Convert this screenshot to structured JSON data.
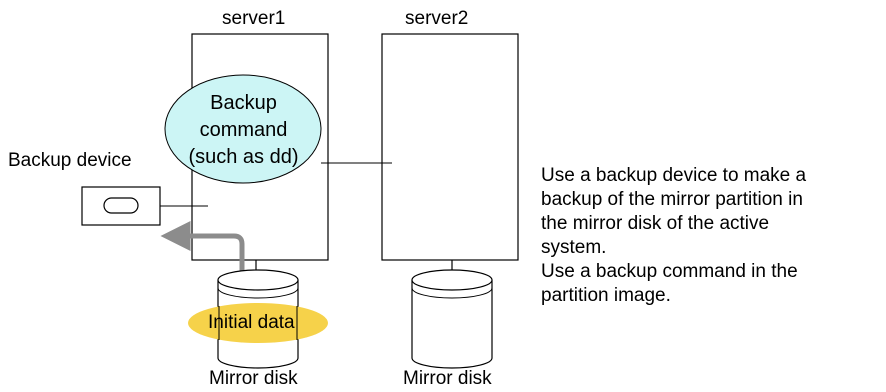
{
  "servers": [
    {
      "label": "server1"
    },
    {
      "label": "server2"
    }
  ],
  "backup_command": {
    "lines": [
      "Backup",
      "command",
      "(such as dd)"
    ],
    "fill": "#ccf5f5"
  },
  "backup_device": {
    "label": "Backup device"
  },
  "disks": [
    {
      "label": "Mirror disk",
      "highlight": "Initial data",
      "highlight_color": "#f6d24a"
    },
    {
      "label": "Mirror disk"
    }
  ],
  "arrow_color": "#8c8c8c",
  "description": [
    "Use a backup device to make a",
    "backup of the mirror partition in",
    "the mirror disk of the active",
    "system.",
    "Use a backup command in the",
    "partition image."
  ]
}
